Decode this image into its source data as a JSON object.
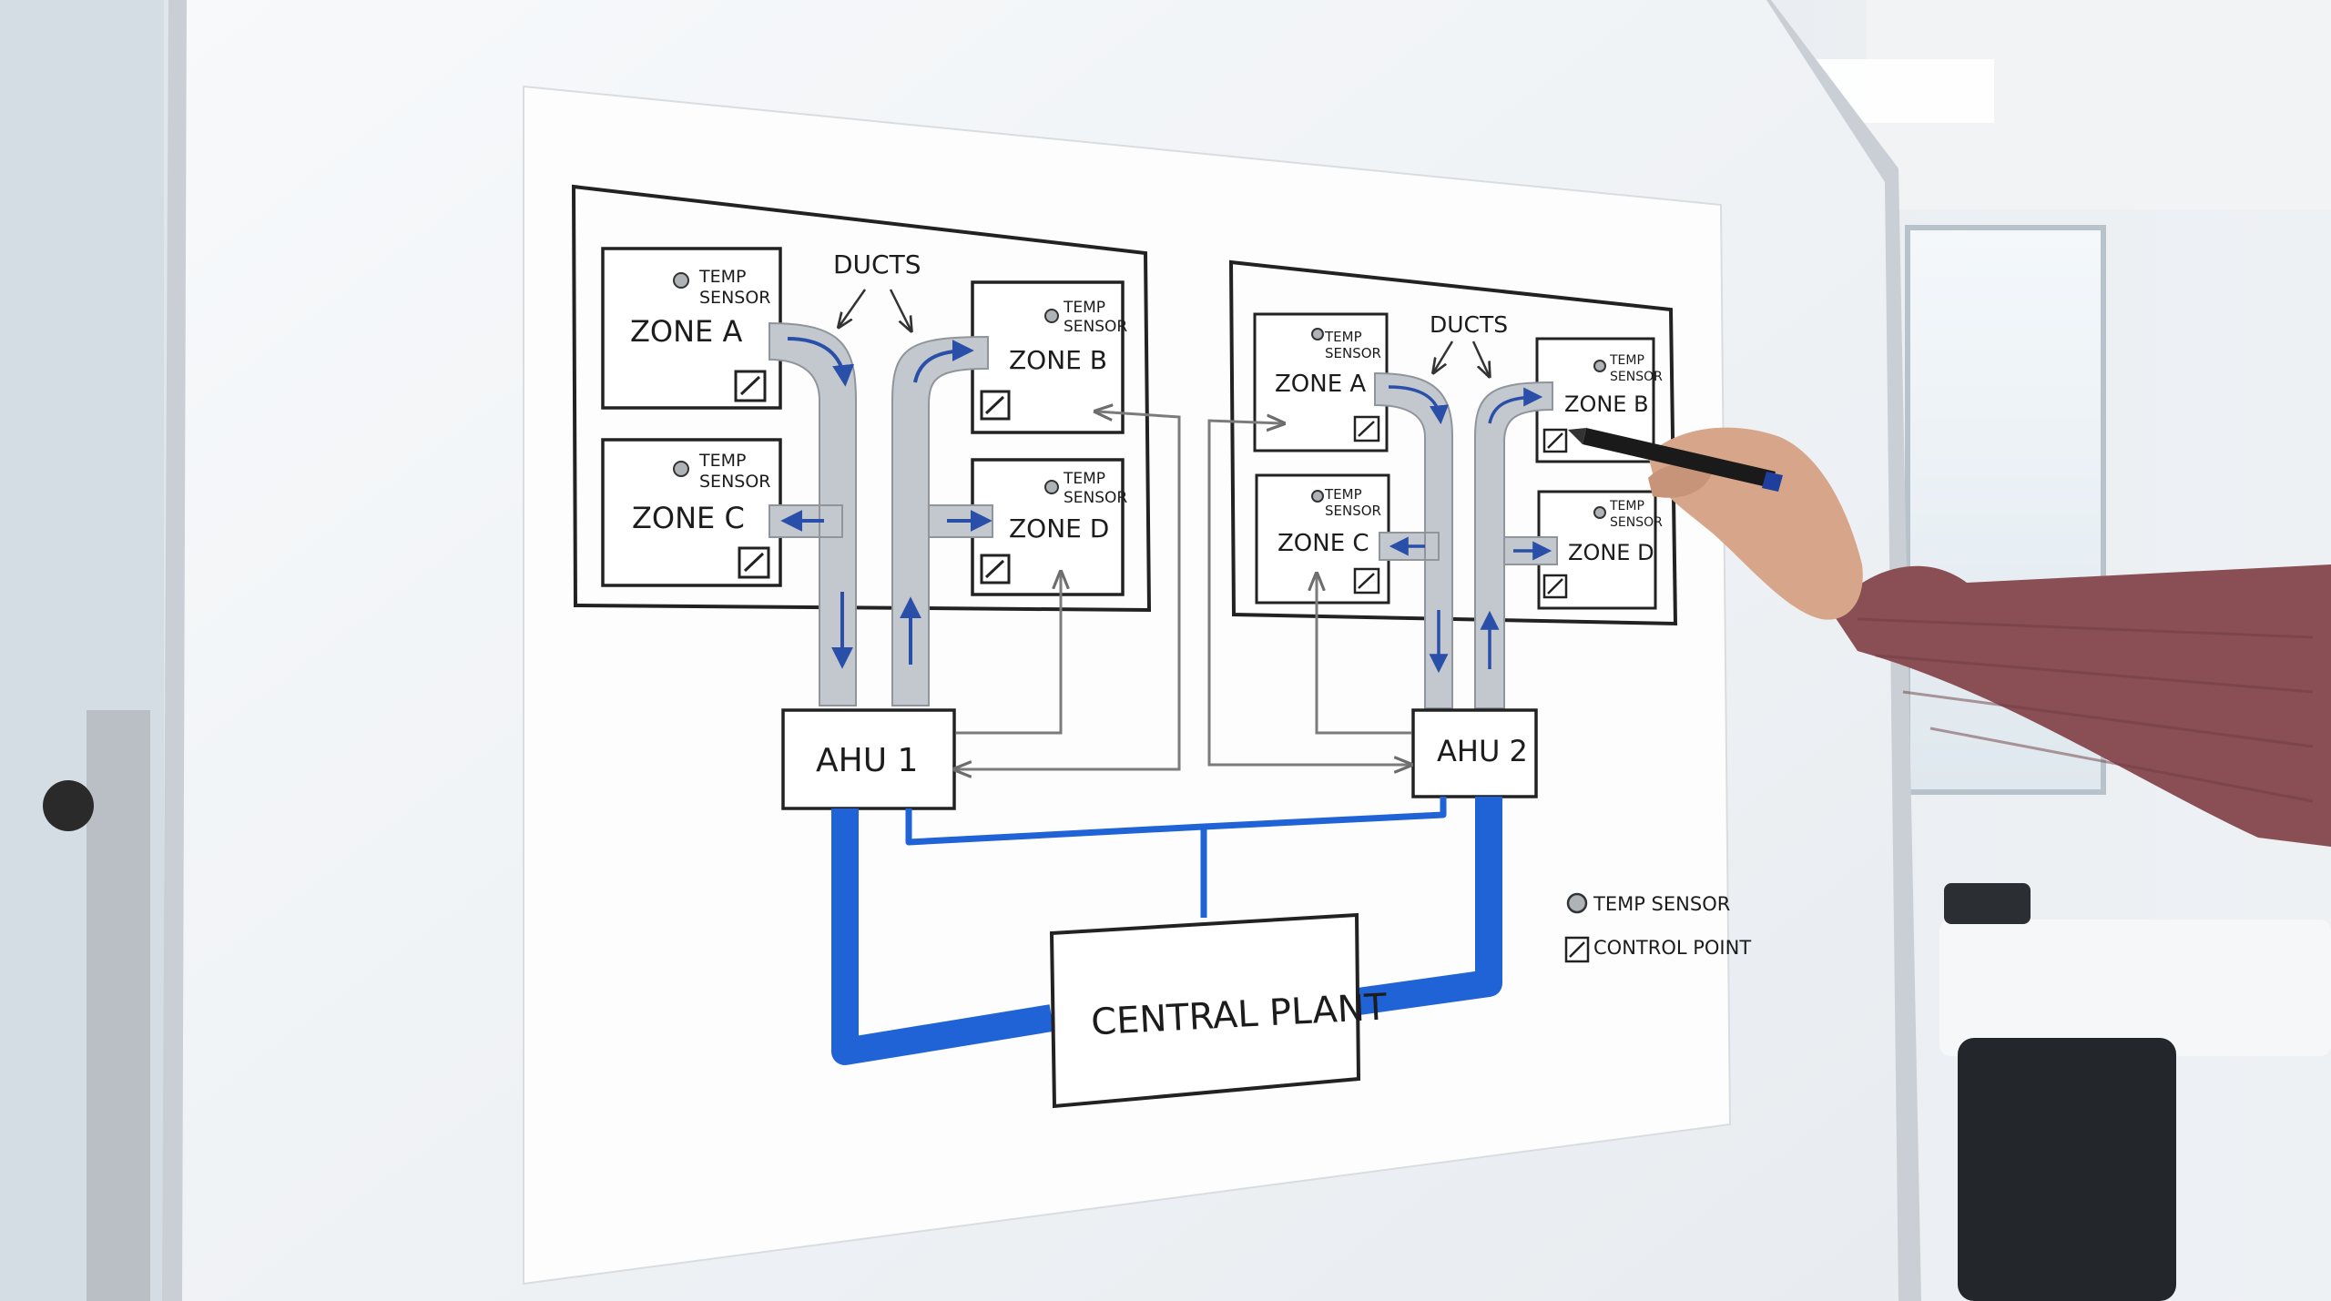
{
  "diagram": {
    "left_system": {
      "zones": [
        {
          "name": "ZONE A",
          "sensor_label_1": "TEMP",
          "sensor_label_2": "SENSOR"
        },
        {
          "name": "ZONE B",
          "sensor_label_1": "TEMP",
          "sensor_label_2": "SENSOR"
        },
        {
          "name": "ZONE C",
          "sensor_label_1": "TEMP",
          "sensor_label_2": "SENSOR"
        },
        {
          "name": "ZONE D",
          "sensor_label_1": "TEMP",
          "sensor_label_2": "SENSOR"
        }
      ],
      "ducts_label": "DUCTS",
      "ahu_label": "AHU 1"
    },
    "right_system": {
      "zones": [
        {
          "name": "ZONE A",
          "sensor_label_1": "TEMP",
          "sensor_label_2": "SENSOR"
        },
        {
          "name": "ZONE B",
          "sensor_label_1": "TEMP",
          "sensor_label_2": "SENSOR"
        },
        {
          "name": "ZONE C",
          "sensor_label_1": "TEMP",
          "sensor_label_2": "SENSOR"
        },
        {
          "name": "ZONE D",
          "sensor_label_1": "TEMP",
          "sensor_label_2": "SENSOR"
        }
      ],
      "ducts_label": "DUCTS",
      "ahu_label": "AHU 2"
    },
    "central_plant_label": "CENTRAL PLANT",
    "legend": {
      "temp_sensor": "TEMP SENSOR",
      "control_point": "CONTROL POINT"
    }
  },
  "colors": {
    "water_pipe": "#1f63d6",
    "duct_fill": "#bfc4ca",
    "ink": "#1c1c1c",
    "signal_line": "#7b7b7b"
  }
}
